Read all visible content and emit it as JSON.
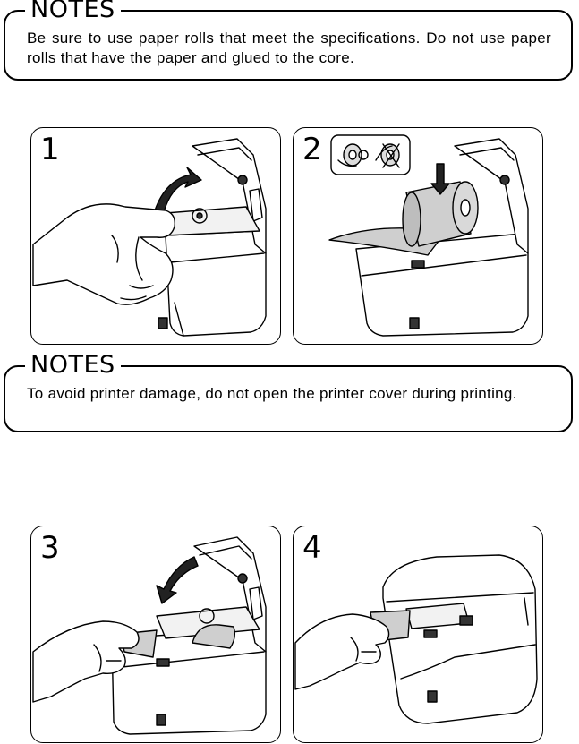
{
  "notes": [
    {
      "title": "NOTES",
      "text": "Be sure to use paper rolls that meet the specifications. Do not use paper rolls that have the paper and glued to the core."
    },
    {
      "title": "NOTES",
      "text": "To avoid printer damage, do not open the printer cover during printing."
    }
  ],
  "steps": [
    {
      "number": "1"
    },
    {
      "number": "2"
    },
    {
      "number": "3"
    },
    {
      "number": "4"
    }
  ]
}
